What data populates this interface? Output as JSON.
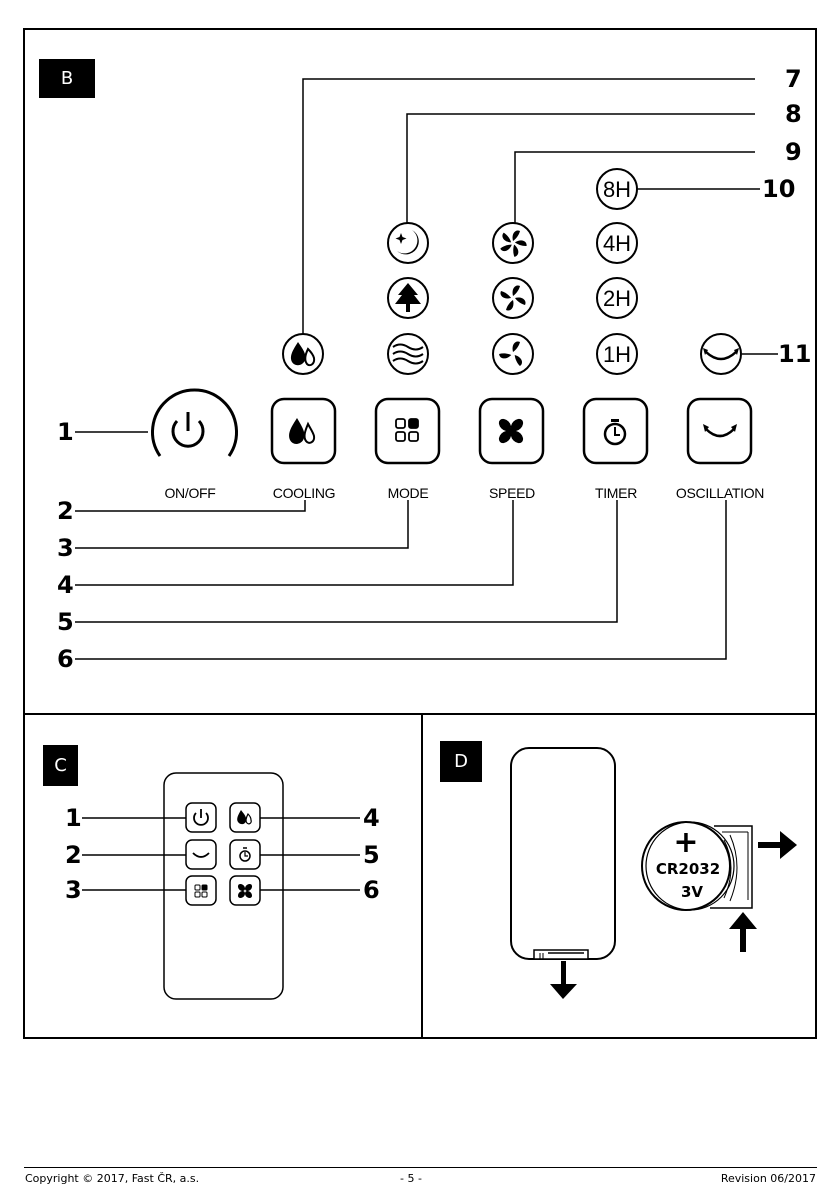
{
  "panels": {
    "b": {
      "badge": "B",
      "buttons": [
        {
          "id": "onoff",
          "label": "ON/OFF",
          "icon": "power-icon"
        },
        {
          "id": "cooling",
          "label": "COOLING",
          "icon": "water-drops-icon"
        },
        {
          "id": "mode",
          "label": "MODE",
          "icon": "mode-grid-icon"
        },
        {
          "id": "speed",
          "label": "SPEED",
          "icon": "fan-icon"
        },
        {
          "id": "timer",
          "label": "TIMER",
          "icon": "stopwatch-icon"
        },
        {
          "id": "oscillation",
          "label": "OSCILLATION",
          "icon": "oscillation-arrow-icon"
        }
      ],
      "left_callouts": [
        "1",
        "2",
        "3",
        "4",
        "5",
        "6"
      ],
      "right_callouts": [
        "7",
        "8",
        "9",
        "10",
        "11"
      ],
      "indicators": {
        "cooling": [
          "water-drops-indicator"
        ],
        "mode": [
          "sleep-moon-indicator",
          "natural-tree-indicator",
          "normal-wind-indicator"
        ],
        "speed": [
          "fan-high-indicator",
          "fan-medium-indicator",
          "fan-low-indicator"
        ],
        "timer": [
          "8H",
          "4H",
          "2H",
          "1H"
        ],
        "oscillation": [
          "oscillation-indicator"
        ]
      }
    },
    "c": {
      "badge": "C",
      "left_callouts": [
        "1",
        "2",
        "3"
      ],
      "right_callouts": [
        "4",
        "5",
        "6"
      ]
    },
    "d": {
      "badge": "D",
      "battery_model": "CR2032",
      "battery_voltage": "3V",
      "battery_polarity": "+"
    }
  },
  "footer": {
    "copyright": "Copyright © 2017, Fast ČR, a.s.",
    "page": "- 5 -",
    "revision": "Revision 06/2017"
  }
}
